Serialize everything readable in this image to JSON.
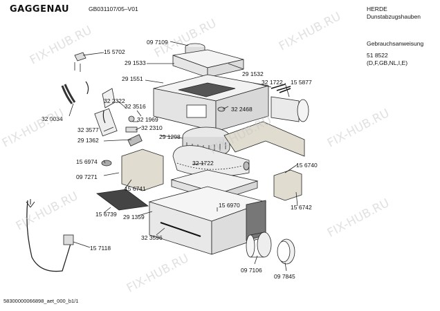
{
  "header": {
    "brand": "GAGGENAU",
    "doc_id": "GB031107/05–V01",
    "category": "HERDE",
    "subcategory": "Dunstabzugshauben",
    "manual": "Gebrauchsanweisung",
    "manual_number": "51 8522",
    "languages": "(D,F,GB,NL,I,E)"
  },
  "part_labels": [
    "097109",
    "291533",
    "155702",
    "291551",
    "291532",
    "321722",
    "155877",
    "322322",
    "323516",
    "322468",
    "320034",
    "321969",
    "323577",
    "322310",
    "291362",
    "291298",
    "156974",
    "321722",
    "097271",
    "156740",
    "156741",
    "156742",
    "155739",
    "156970",
    "291359",
    "323596",
    "157118",
    "097106",
    "097845"
  ],
  "labels_text": [
    "09 7109",
    "29 1533",
    "15 5702",
    "29 1551",
    "29 1532",
    "32 1722",
    "15 5877",
    "32 2322",
    "32 3516",
    "32 2468",
    "32 0034",
    "32 1969",
    "32 3577",
    "32 2310",
    "29 1362",
    "29 1298",
    "15 6974",
    "32 1722",
    "09 7271",
    "15 6740",
    "15 6741",
    "15 6742",
    "15 6739",
    "15 6970",
    "29 1359",
    "32 3596",
    "15 7118",
    "09 7106",
    "09 7845"
  ],
  "footer": "58300000066898_aet_000_b1/1",
  "watermark": "FIX-HUB.RU"
}
